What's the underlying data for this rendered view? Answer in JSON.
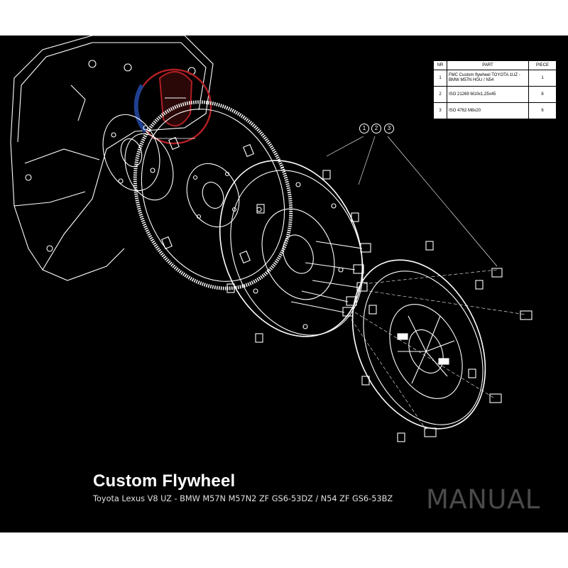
{
  "parts_table": {
    "headers": {
      "nr": "NR",
      "part": "PART",
      "piece": "PIECE"
    },
    "rows": [
      {
        "nr": "1",
        "part": "FMC Custom flywheel TOYOTA 1UZ - BMW M57N HGU / N54",
        "piece": "1"
      },
      {
        "nr": "2",
        "part": "ISO 21269 M10x1,25x45",
        "piece": "8"
      },
      {
        "nr": "3",
        "part": "ISO 4762 M8x20",
        "piece": "6"
      }
    ]
  },
  "callouts": [
    "1",
    "2",
    "3"
  ],
  "title": "Custom Flywheel",
  "subtitle": "Toyota Lexus V8 UZ - BMW M57N M57N2 ZF GS6-53DZ / N54 ZF GS6-53BZ",
  "watermark": "MANUAL",
  "colors": {
    "background": "#000000",
    "line": "#ffffff",
    "logo_red": "#b01e23",
    "logo_blue": "#1f3f8f",
    "watermark": "#4a4a4a"
  }
}
